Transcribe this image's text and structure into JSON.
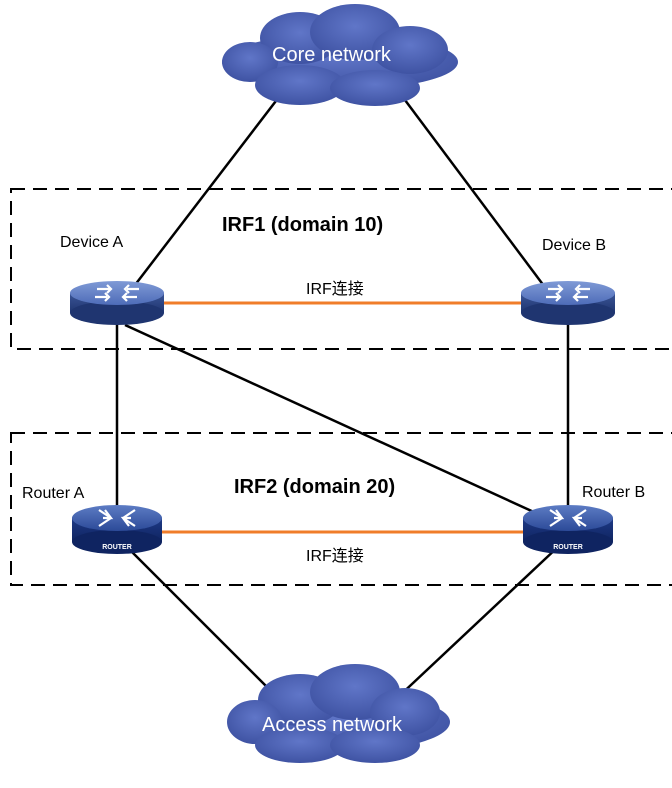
{
  "clouds": {
    "core": "Core network",
    "access": "Access network"
  },
  "domains": {
    "irf1": "IRF1 (domain 10)",
    "irf2": "IRF2 (domain 20)"
  },
  "devices": {
    "device_a": "Device A",
    "device_b": "Device B",
    "router_a": "Router A",
    "router_b": "Router B",
    "router_badge": "ROUTER"
  },
  "links": {
    "irf_link_top": "IRF连接",
    "irf_link_bottom": "IRF连接"
  },
  "colors": {
    "cloud": "#4a5fb0",
    "irf_link": "#f07d2a",
    "device": "#3d5a9e",
    "border": "#000000"
  }
}
